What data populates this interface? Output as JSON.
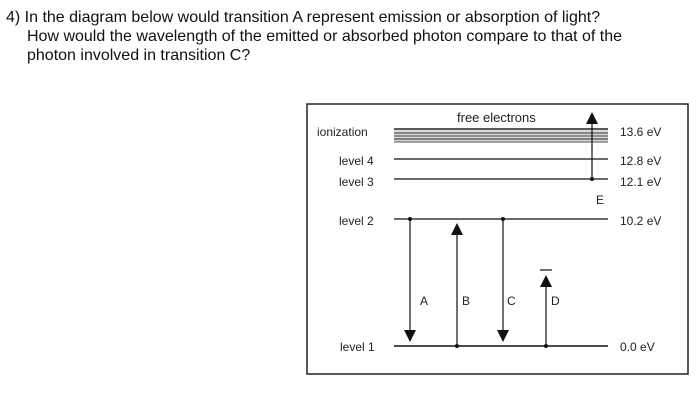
{
  "question": {
    "line1": "4) In the diagram below would transition A represent emission or absorption of light?",
    "line2": "How would the wavelength of the emitted or absorbed photon compare to that of the",
    "line3": "photon involved in transition C?"
  },
  "diagram": {
    "header": "free electrons",
    "levels": [
      {
        "name": "ionization",
        "energy": "13.6 eV"
      },
      {
        "name": "level 4",
        "energy": "12.8 eV"
      },
      {
        "name": "level 3",
        "energy": "12.1 eV"
      },
      {
        "name": "level 2",
        "energy": "10.2 eV"
      },
      {
        "name": "level 1",
        "energy": "0.0 eV"
      }
    ],
    "transitions": [
      {
        "label": "A",
        "from": "level 2",
        "to": "level 1"
      },
      {
        "label": "B",
        "from": "level 1",
        "to": "level 2"
      },
      {
        "label": "C",
        "from": "level 2",
        "to": "level 1"
      },
      {
        "label": "D",
        "from": "level 1",
        "to": "below level 2"
      },
      {
        "label": "E",
        "from": "level 3",
        "to": "ionization"
      }
    ]
  }
}
